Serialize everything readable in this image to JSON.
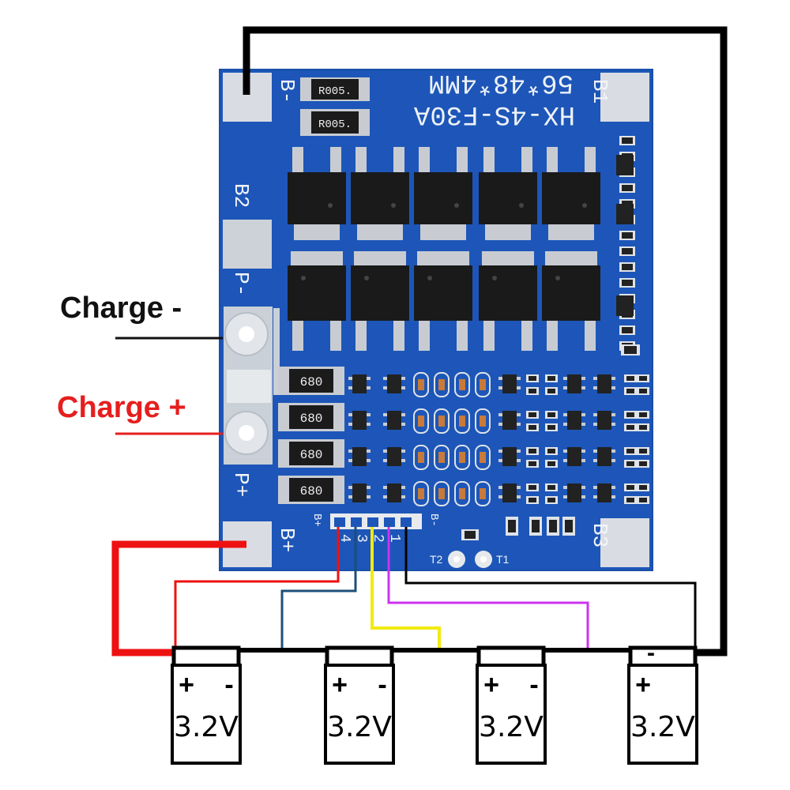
{
  "labels": {
    "charge_minus": "Charge -",
    "charge_plus": "Charge +"
  },
  "board": {
    "model_line1": "56*48*4MM",
    "model_line2": "HX-4S-F30A",
    "pad_b_minus": "B-",
    "pad_b1": "B1",
    "pad_b2": "B2",
    "pad_b3": "B3",
    "pad_b_plus": "B+",
    "pad_p_minus": "P-",
    "pad_p_plus": "P+",
    "top_resistor_label": "R005.",
    "shunt_resistors": [
      "680",
      "680",
      "680",
      "680"
    ],
    "connector_left": "B+",
    "connector_right": "B-",
    "connector_pins": [
      "4",
      "3",
      "2",
      "1"
    ],
    "thermistor_t2": "T2",
    "thermistor_t1": "T1"
  },
  "cells": {
    "plus": "+",
    "minus": "-",
    "items": [
      {
        "voltage": "3.2V"
      },
      {
        "voltage": "3.2V"
      },
      {
        "voltage": "3.2V"
      },
      {
        "voltage": "3.2V"
      }
    ],
    "last_top_minus": "-"
  },
  "colors": {
    "board": "#1d56b8",
    "board_edge": "#1a4fa8",
    "pad": "#d9dde3",
    "wire_black": "#000000",
    "wire_red": "#ee1111",
    "wire_blue": "#1c4f7a",
    "wire_yellow": "#f2ea10",
    "wire_purple": "#cc33ee",
    "charge_plus_text": "#e61e1e"
  }
}
